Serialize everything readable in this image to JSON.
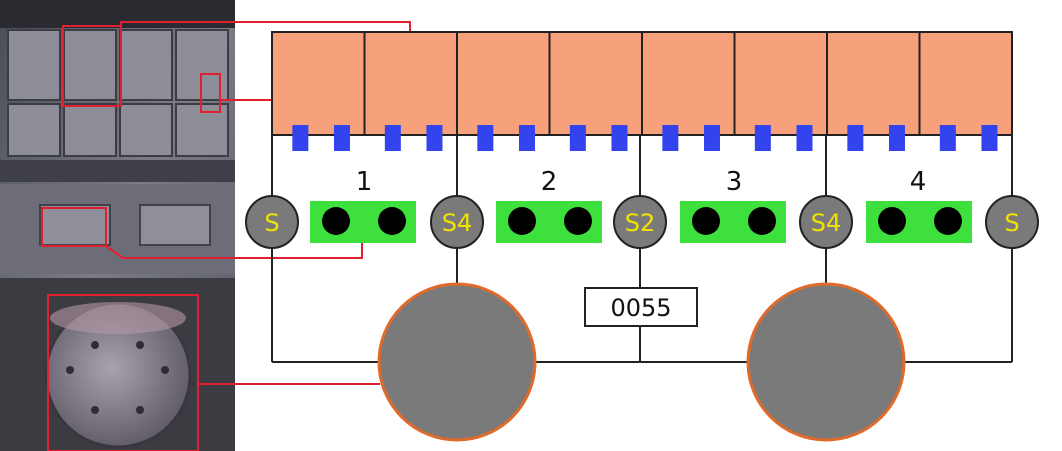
{
  "colors": {
    "block_fill": "#f7a07c",
    "block_stroke": "#222222",
    "bolt": "#3344ee",
    "pad": "#3ee03e",
    "pad_hole": "#000000",
    "sensor_fill": "#7a7a7a",
    "sensor_text": "#f2e200",
    "wheel_fill": "#7a7a7a",
    "wheel_stroke": "#e06a2a",
    "callout": "#e02030",
    "line": "#222222"
  },
  "photo": {
    "description_icon": "photo-of-railway-wheel-and-brake-shoes"
  },
  "groups": [
    {
      "label": "1"
    },
    {
      "label": "2"
    },
    {
      "label": "3"
    },
    {
      "label": "4"
    }
  ],
  "sensors": [
    {
      "label": "S"
    },
    {
      "label": "S4"
    },
    {
      "label": "S2"
    },
    {
      "label": "S4"
    },
    {
      "label": "S"
    }
  ],
  "center_box": {
    "label": "0055"
  }
}
